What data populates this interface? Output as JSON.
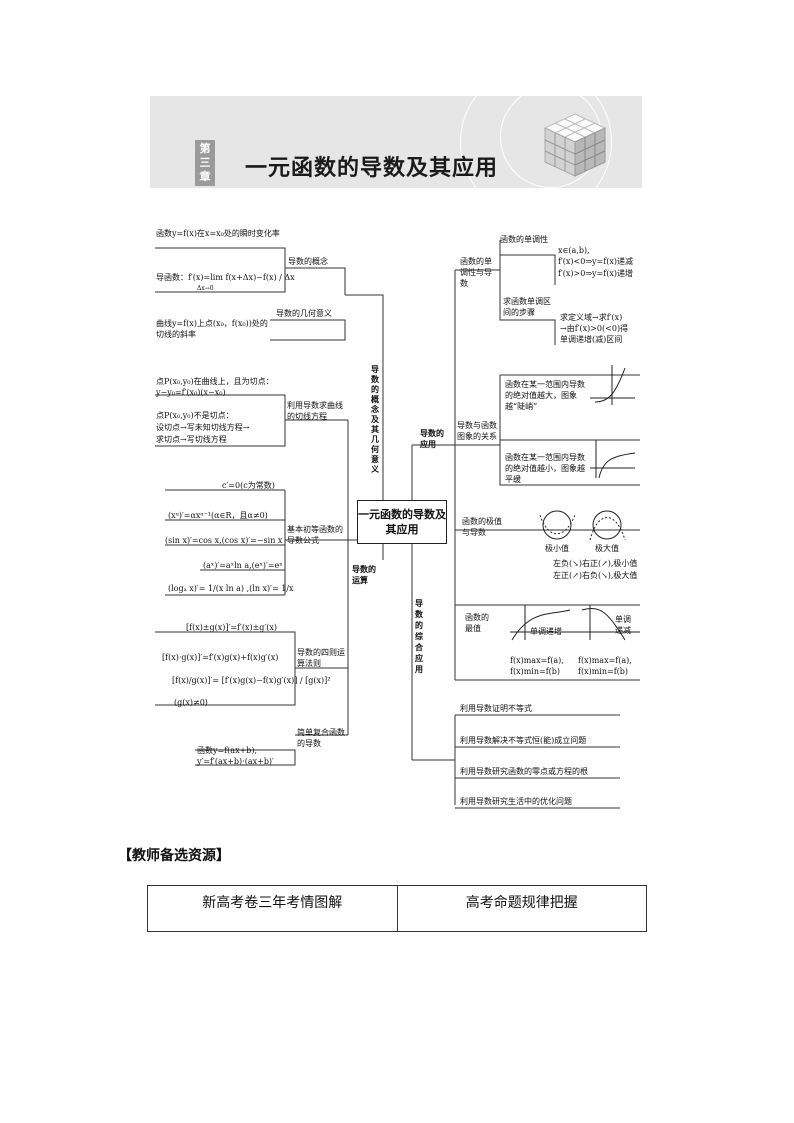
{
  "header": {
    "chapter_label": "第三章",
    "title": "一元函数的导数及其应用"
  },
  "center": "一元函数的导数及其应用",
  "left": {
    "branch1": "导数的概念及其几何意义",
    "concept": "导数的概念",
    "instant_rate": "函数y=f(x)在x=x₀处的瞬时变化率",
    "derivative_def": "导函数：f′(x)=lim f(x+Δx)−f(x) / Δx",
    "derivative_def_sub": "Δx→0",
    "geometric": "导数的几何意义",
    "tangent_slope": "曲线y=f(x)上点(x₀，f(x₀))处的切线的斜率",
    "branch2": "导数的运算",
    "tangent_eq": "利用导数求曲线的切线方程",
    "tangent_at_1": "点P(x₀,y₀)在曲线上，且为切点：",
    "tangent_at_2": "y−y₀=f′(x₀)(x−x₀)",
    "tangent_not_1": "点P(x₀,y₀)不是切点：",
    "tangent_not_2": "设切点→写未知切线方程→",
    "tangent_not_3": "求切点→写切线方程",
    "basic_formulas": "基本初等函数的导数公式",
    "f1": "c′=0(c为常数)",
    "f2": "(xᵅ)′=αxᵅ⁻¹(α∈R，且α≠0)",
    "f3": "(sin x)′=cos x,(cos x)′=−sin x",
    "f4": "(aˣ)′=aˣln a,(eˣ)′=eˣ",
    "f5": "(logₐ x)′= 1/(x ln a) ,(ln x)′= 1/x",
    "four_ops": "导数的四则运算法则",
    "r1": "[f(x)±g(x)]′=f′(x)±g′(x)",
    "r2": "[f(x)·g(x)]′=f′(x)g(x)+f(x)g′(x)",
    "r3": "[f(x)/g(x)]′= [f′(x)g(x)−f(x)g′(x)] / [g(x)]²",
    "r4": "(g(x)≠0)",
    "composite": "简单复合函数的导数",
    "c1": "函数y=f(ax+b),",
    "c2": "y′=f′(ax+b)·(ax+b)′"
  },
  "right": {
    "branch_app": "导数的应用",
    "mono_group": "函数的单调性与导数",
    "mono": "函数的单调性",
    "mono_1": "x∈(a,b),",
    "mono_2": "f′(x)<0⇒y=f(x)递减",
    "mono_3": "f′(x)>0⇒y=f(x)递增",
    "mono_steps": "求函数单调区间的步骤",
    "steps_1": "求定义域→求f′(x)",
    "steps_2": "→由f′(x)>0(<0)得",
    "steps_3": "单调递增(减)区间",
    "graph_group": "导数与函数图象的关系",
    "steep": "函数在某一范围内导数的绝对值越大，图象越“陡峭”",
    "flat": "函数在某一范围内导数的绝对值越小，图象越平缓",
    "extreme_group": "函数的极值与导数",
    "ext_min": "极小值",
    "ext_max": "极大值",
    "ext_rule1": "左负(↘)右正(↗),极小值",
    "ext_rule2": "左正(↗)右负(↘),极大值",
    "max_group": "函数的最值",
    "max_1a": "f(x)max=f(a),",
    "max_1b": "f(x)min=f(b)",
    "max_2a": "f(x)max=f(a),",
    "max_2b": "f(x)min=f(b)",
    "inc": "单调递增",
    "dec": "单调递减",
    "branch_comp": "导数的综合应用",
    "comp1": "利用导数证明不等式",
    "comp2": "利用导数解决不等式恒(能)成立问题",
    "comp3": "利用导数研究函数的零点或方程的根",
    "comp4": "利用导数研究生活中的优化问题"
  },
  "teacher_label": "【教师备选资源】",
  "table": [
    "新高考卷三年考情图解",
    "高考命题规律把握"
  ]
}
